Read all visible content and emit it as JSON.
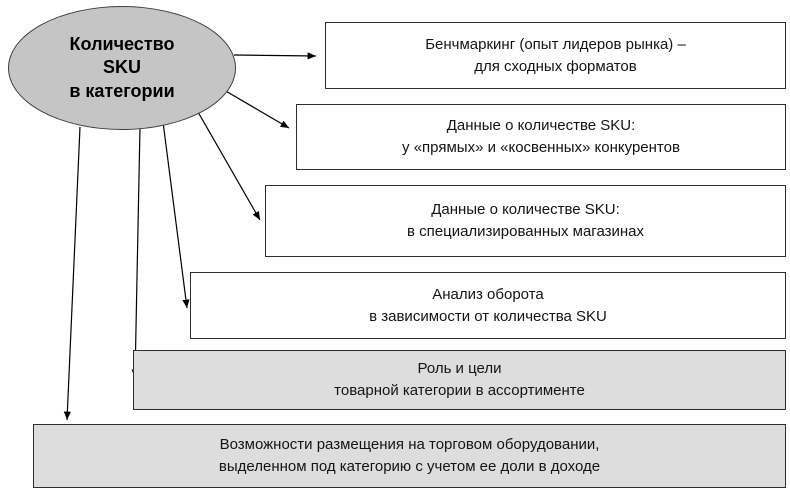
{
  "diagram": {
    "ellipse": {
      "lines": [
        "Количество",
        "SKU",
        "в категории"
      ]
    },
    "boxes": [
      {
        "name": "benchmarking",
        "fill": "#ffffff",
        "lines": [
          "Бенчмаркинг (опыт лидеров рынка) –",
          "для сходных форматов"
        ]
      },
      {
        "name": "sku-competitors",
        "fill": "#ffffff",
        "lines": [
          "Данные о количестве SKU:",
          "у «прямых» и «косвенных» конкурентов"
        ]
      },
      {
        "name": "sku-specialized",
        "fill": "#ffffff",
        "lines": [
          "Данные о количестве SKU:",
          "в специализированных магазинах"
        ]
      },
      {
        "name": "turnover-analysis",
        "fill": "#ffffff",
        "lines": [
          "Анализ оборота",
          "в зависимости от количества SKU"
        ]
      },
      {
        "name": "category-role",
        "fill": "#dddddd",
        "lines": [
          "Роль и цели",
          "товарной категории в ассортименте"
        ]
      },
      {
        "name": "placement",
        "fill": "#dddddd",
        "lines": [
          "Возможности размещения на торговом оборудовании,",
          "выделенном под категорию с учетом ее доли в доходе"
        ]
      }
    ],
    "colors": {
      "ellipse_fill": "#c5c5c5",
      "box_white": "#ffffff",
      "box_gray": "#dddddd",
      "border": "#2e2e2e",
      "arrow": "#000000"
    }
  }
}
